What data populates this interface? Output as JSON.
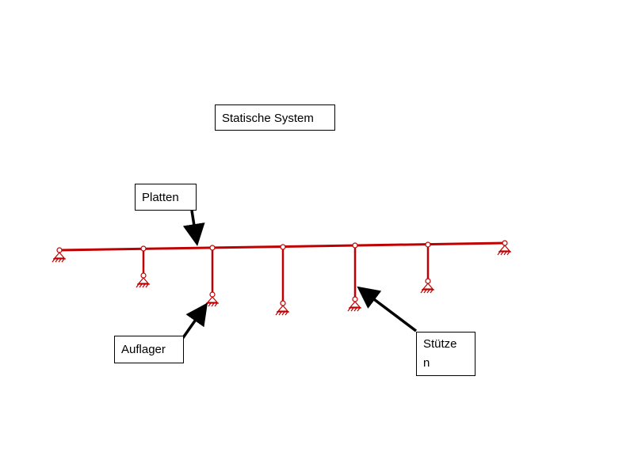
{
  "title": "Statische System",
  "labels": {
    "platten": "Platten",
    "auflager": "Auflager",
    "stuetzen_line1": "Stütze",
    "stuetzen_line2": "n"
  },
  "colors": {
    "structure": "#c00000",
    "support": "#c00000",
    "arrow": "#000000",
    "background": "#ffffff"
  }
}
